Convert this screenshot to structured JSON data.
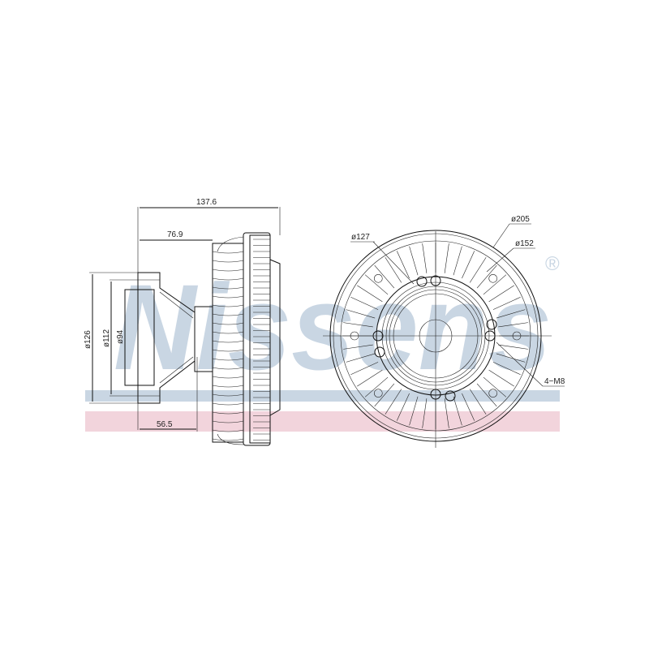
{
  "watermark": {
    "brand": "Nissens",
    "registered": "®",
    "colors": {
      "blue": "#c9d6e3",
      "pink": "#f2d4dc"
    }
  },
  "side_view": {
    "overall_length": "137.6",
    "hub_depth": "76.9",
    "flange_depth": "56.5",
    "outer_diameter": "ø126",
    "pilot_diameter": "ø112",
    "bore_diameter": "ø94"
  },
  "front_view": {
    "diameter_outer": "ø205",
    "diameter_bolt_circle": "ø152",
    "diameter_inner": "ø127",
    "thread": "4−M8"
  }
}
